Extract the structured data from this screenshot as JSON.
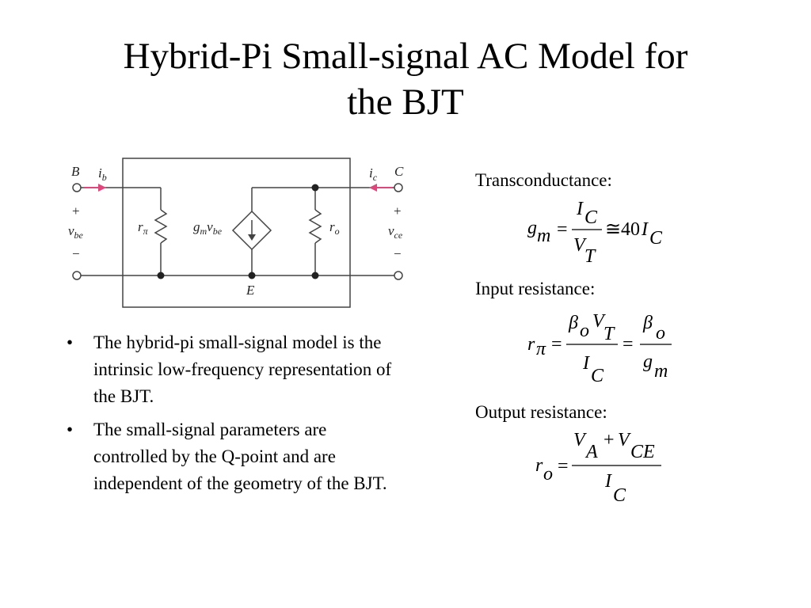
{
  "title_line1": "Hybrid-Pi Small-signal AC Model for",
  "title_line2": "the BJT",
  "circuit": {
    "base": "B",
    "ib": "i",
    "ib_sub": "b",
    "collector": "C",
    "ic": "i",
    "ic_sub": "c",
    "plus": "+",
    "minus": "−",
    "vbe": "v",
    "vbe_sub": "be",
    "vce": "v",
    "vce_sub": "ce",
    "rpi": "r",
    "rpi_sub": "π",
    "gm": "g",
    "gm_sub": "m",
    "gm_v": "v",
    "gm_v_sub": "be",
    "ro": "r",
    "ro_sub": "o",
    "emitter": "E",
    "arrow_color": "#e0457b"
  },
  "bullets": [
    "The hybrid-pi small-signal model is the intrinsic low-frequency representation of the BJT.",
    "The small-signal parameters are controlled by the Q-point and are independent of the geometry of the BJT."
  ],
  "sections": {
    "transconductance": "Transconductance:",
    "input_resistance": "Input resistance:",
    "output_resistance": "Output resistance:"
  },
  "eq_gm": {
    "g": "g",
    "m": "m",
    "eq": "=",
    "I": "I",
    "C": "C",
    "V": "V",
    "T": "T",
    "approx": "≅",
    "coef": "40",
    "I2": "I",
    "C2": "C"
  },
  "eq_rpi": {
    "r": "r",
    "pi": "π",
    "eq": "=",
    "beta": "β",
    "o": "o",
    "V": "V",
    "T": "T",
    "I": "I",
    "C": "C",
    "eq2": "=",
    "beta2": "β",
    "o2": "o",
    "g": "g",
    "m": "m"
  },
  "eq_ro": {
    "r": "r",
    "o": "o",
    "eq": "=",
    "V": "V",
    "A": "A",
    "plus": "+",
    "V2": "V",
    "CE": "CE",
    "I": "I",
    "C": "C"
  }
}
